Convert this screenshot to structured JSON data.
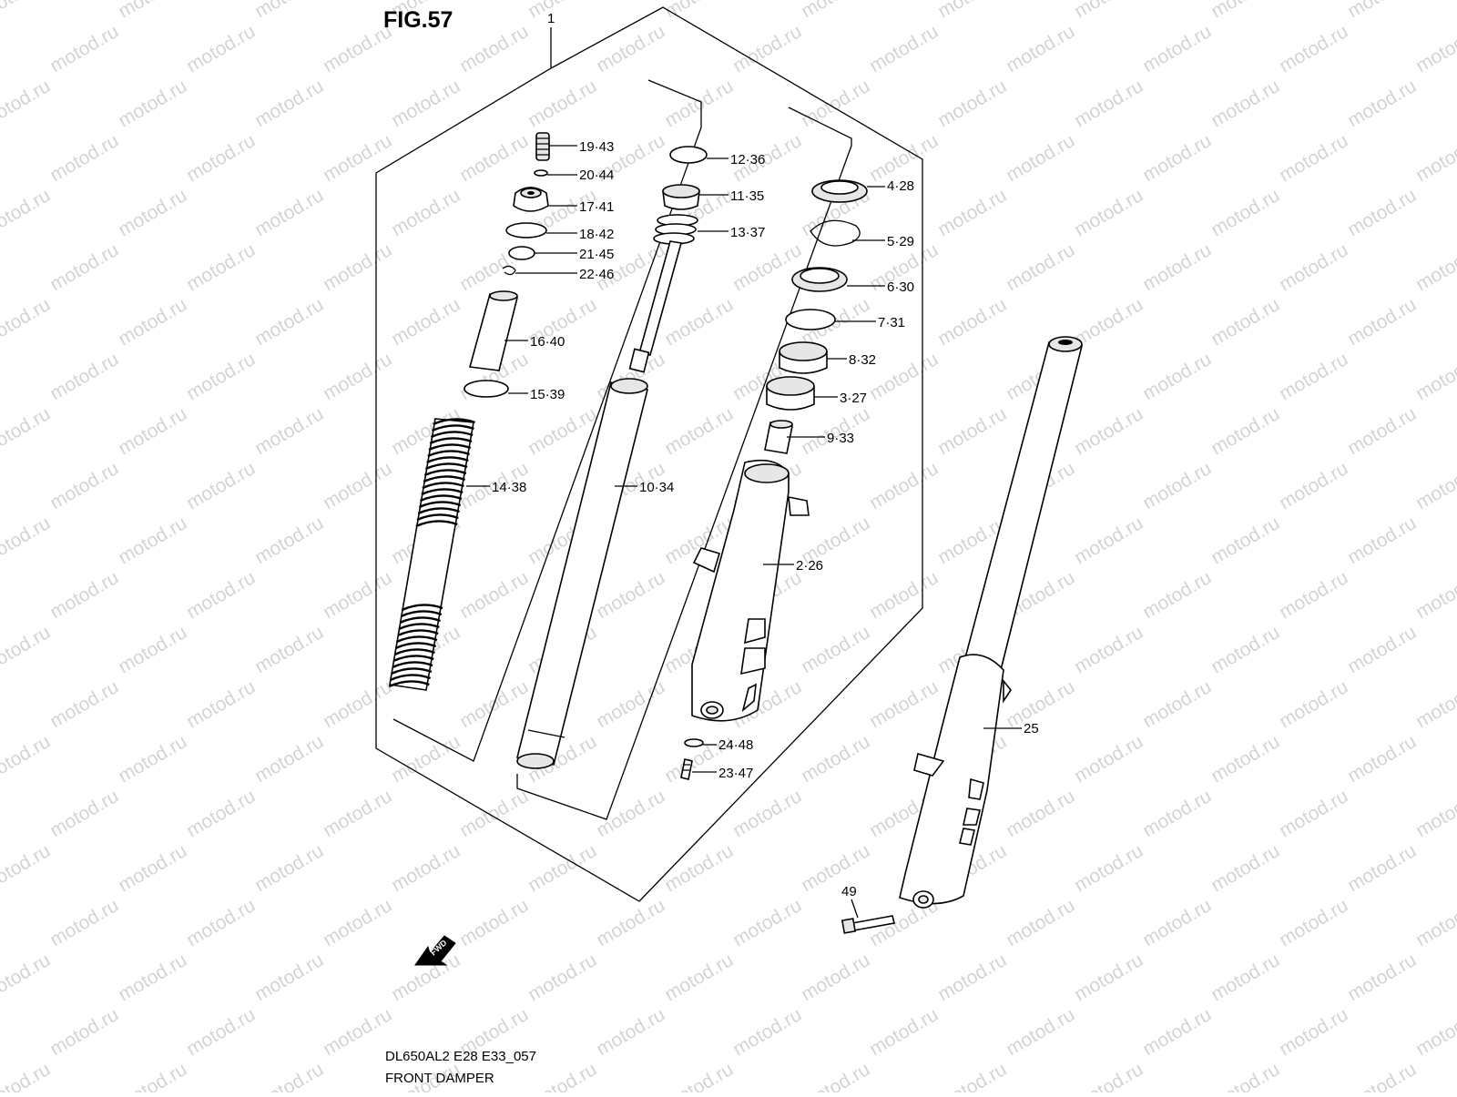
{
  "figure": {
    "title": "FIG.57",
    "code": "DL650AL2 E28 E33_057",
    "name": "FRONT DAMPER",
    "watermark": "motod.ru",
    "fwd_label": "FWD"
  },
  "callouts": [
    {
      "id": "c1",
      "text": "1"
    },
    {
      "id": "c19",
      "text": "19·43"
    },
    {
      "id": "c20",
      "text": "20·44"
    },
    {
      "id": "c17",
      "text": "17·41"
    },
    {
      "id": "c18",
      "text": "18·42"
    },
    {
      "id": "c21",
      "text": "21·45"
    },
    {
      "id": "c22",
      "text": "22·46"
    },
    {
      "id": "c16",
      "text": "16·40"
    },
    {
      "id": "c15",
      "text": "15·39"
    },
    {
      "id": "c14",
      "text": "14·38"
    },
    {
      "id": "c12",
      "text": "12·36"
    },
    {
      "id": "c11",
      "text": "11·35"
    },
    {
      "id": "c13",
      "text": "13·37"
    },
    {
      "id": "c10",
      "text": "10·34"
    },
    {
      "id": "c4",
      "text": "4·28"
    },
    {
      "id": "c5",
      "text": "5·29"
    },
    {
      "id": "c6",
      "text": "6·30"
    },
    {
      "id": "c7",
      "text": "7·31"
    },
    {
      "id": "c8",
      "text": "8·32"
    },
    {
      "id": "c3",
      "text": "3·27"
    },
    {
      "id": "c9",
      "text": "9·33"
    },
    {
      "id": "c2",
      "text": "2·26"
    },
    {
      "id": "c24",
      "text": "24·48"
    },
    {
      "id": "c23",
      "text": "23·47"
    },
    {
      "id": "c25",
      "text": "25"
    },
    {
      "id": "c49",
      "text": "49"
    }
  ]
}
